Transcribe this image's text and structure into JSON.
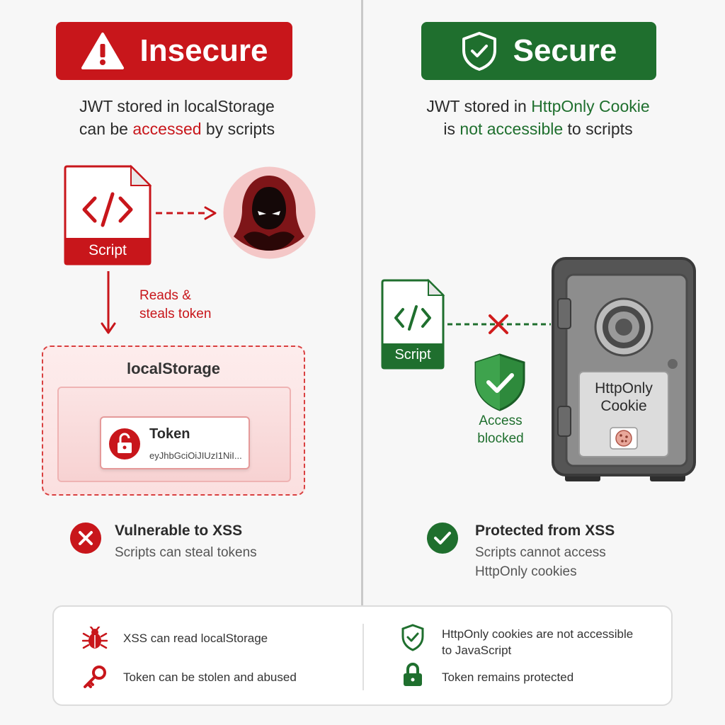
{
  "insecure": {
    "badge": "Insecure",
    "subtitle_line1": "JWT stored in localStorage",
    "subtitle_pre": "can be ",
    "subtitle_highlight": "accessed",
    "subtitle_post": " by scripts",
    "script_label": "Script",
    "arrow_caption_line1": "Reads &",
    "arrow_caption_line2": "steals token",
    "storage_title": "localStorage",
    "token_title": "Token",
    "token_value": "eyJhbGciOiJIUzI1NiI...",
    "status_title": "Vulnerable to XSS",
    "status_sub": "Scripts can steal tokens",
    "color": "#c8161b"
  },
  "secure": {
    "badge": "Secure",
    "subtitle_pre1": "JWT stored in ",
    "subtitle_highlight1": "HttpOnly Cookie",
    "subtitle_pre2": "is ",
    "subtitle_highlight2": "not accessible",
    "subtitle_post2": " to scripts",
    "script_label": "Script",
    "blocked_line1": "Access",
    "blocked_line2": "blocked",
    "safe_label_line1": "HttpOnly",
    "safe_label_line2": "Cookie",
    "status_title": "Protected from XSS",
    "status_sub_line1": "Scripts cannot access",
    "status_sub_line2": "HttpOnly cookies",
    "color": "#1f6f2e"
  },
  "footer": {
    "left": [
      {
        "icon": "bug-icon",
        "text": "XSS can read localStorage"
      },
      {
        "icon": "key-icon",
        "text": "Token can be stolen and abused"
      }
    ],
    "right": [
      {
        "icon": "shield-check-icon",
        "text_line1": "HttpOnly cookies are not accessible",
        "text_line2": "to JavaScript"
      },
      {
        "icon": "lock-icon",
        "text": "Token remains protected"
      }
    ]
  }
}
